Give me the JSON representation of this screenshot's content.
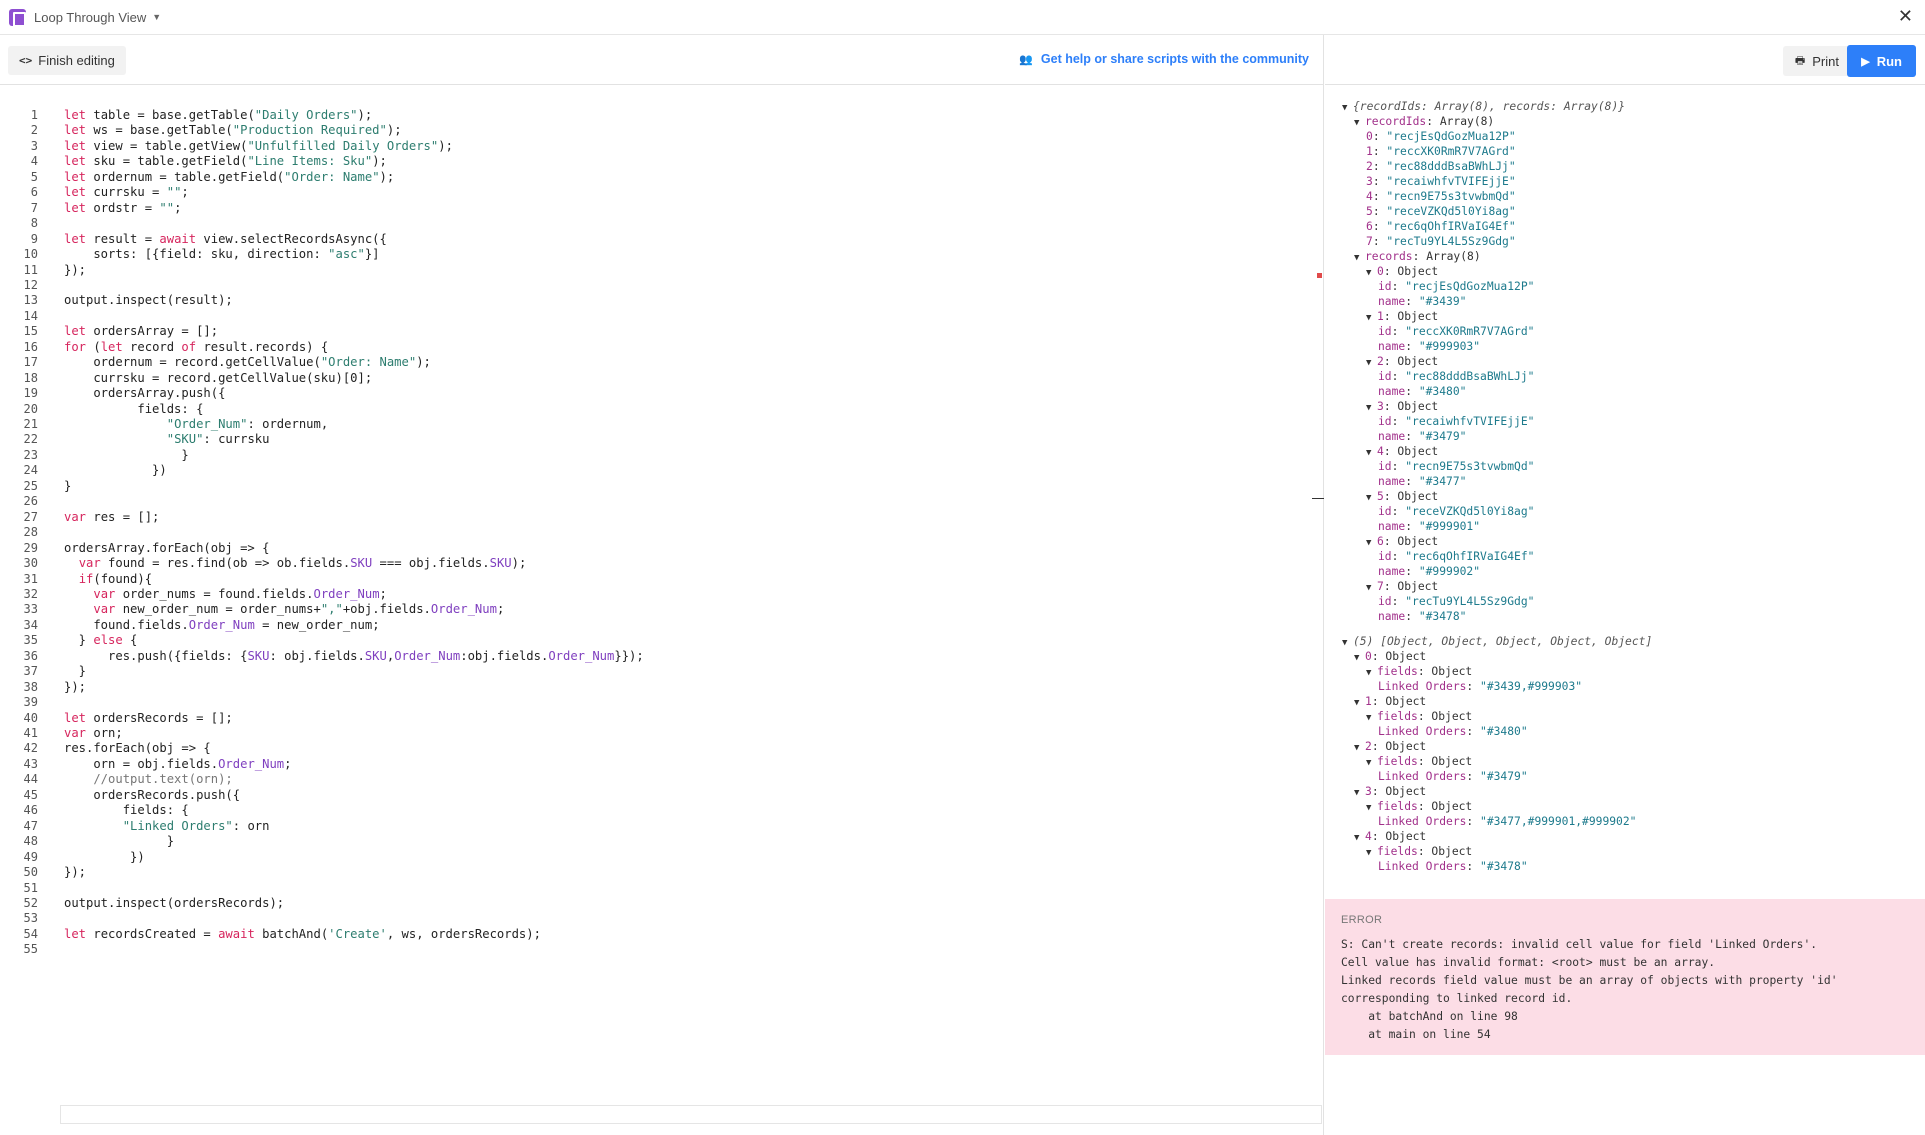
{
  "window": {
    "title": "Loop Through View"
  },
  "toolbar": {
    "finish_label": "Finish editing",
    "help_label": "Get help or share scripts with the community",
    "print_label": "Print",
    "run_label": "Run"
  },
  "code_lines": [
    "let table = base.getTable(\"Daily Orders\");",
    "let ws = base.getTable(\"Production Required\");",
    "let view = table.getView(\"Unfulfilled Daily Orders\");",
    "let sku = table.getField(\"Line Items: Sku\");",
    "let ordernum = table.getField(\"Order: Name\");",
    "let currsku = \"\";",
    "let ordstr = \"\";",
    "",
    "let result = await view.selectRecordsAsync({",
    "    sorts: [{field: sku, direction: \"asc\"}]",
    "});",
    "",
    "output.inspect(result);",
    "",
    "let ordersArray = [];",
    "for (let record of result.records) {",
    "    ordernum = record.getCellValue(\"Order: Name\");",
    "    currsku = record.getCellValue(sku)[0];",
    "    ordersArray.push({",
    "          fields: {",
    "              \"Order_Num\": ordernum,",
    "              \"SKU\": currsku",
    "                }",
    "            })",
    "}",
    "",
    "var res = [];",
    "",
    "ordersArray.forEach(obj => {",
    "  var found = res.find(ob => ob.fields.SKU === obj.fields.SKU);",
    "  if(found){",
    "    var order_nums = found.fields.Order_Num;",
    "    var new_order_num = order_nums+\",\"+obj.fields.Order_Num;",
    "    found.fields.Order_Num = new_order_num;",
    "  } else {",
    "      res.push({fields: {SKU: obj.fields.SKU,Order_Num:obj.fields.Order_Num}});",
    "  }",
    "});",
    "",
    "let ordersRecords = [];",
    "var orn;",
    "res.forEach(obj => {",
    "    orn = obj.fields.Order_Num;",
    "    //output.text(orn);",
    "    ordersRecords.push({",
    "        fields: {",
    "        \"Linked Orders\": orn",
    "              }",
    "         })",
    "});",
    "",
    "output.inspect(ordersRecords);",
    "",
    "let recordsCreated = await batchAnd('Create', ws, ordersRecords);",
    ""
  ],
  "inspect": {
    "root_summary": "{recordIds: Array(8), records: Array(8)}",
    "recordIds_label": "recordIds: Array(8)",
    "recordIds": [
      "recjEsQdGozMua12P",
      "reccXK0RmR7V7AGrd",
      "rec88dddBsaBWhLJj",
      "recaiwhfvTVIFEjjE",
      "recn9E75s3tvwbmQd",
      "receVZKQd5l0Yi8ag",
      "rec6qOhfIRVaIG4Ef",
      "recTu9YL4L5Sz9Gdg"
    ],
    "records_label": "records: Array(8)",
    "records": [
      {
        "id": "recjEsQdGozMua12P",
        "name": "#3439"
      },
      {
        "id": "reccXK0RmR7V7AGrd",
        "name": "#999903"
      },
      {
        "id": "rec88dddBsaBWhLJj",
        "name": "#3480"
      },
      {
        "id": "recaiwhfvTVIFEjjE",
        "name": "#3479"
      },
      {
        "id": "recn9E75s3tvwbmQd",
        "name": "#3477"
      },
      {
        "id": "receVZKQd5l0Yi8ag",
        "name": "#999901"
      },
      {
        "id": "rec6qOhfIRVaIG4Ef",
        "name": "#999902"
      },
      {
        "id": "recTu9YL4L5Sz9Gdg",
        "name": "#3478"
      }
    ],
    "array_summary": "(5) [Object, Object, Object, Object, Object]",
    "linked": [
      "#3439,#999903",
      "#3480",
      "#3479",
      "#3477,#999901,#999902",
      "#3478"
    ]
  },
  "error": {
    "title": "ERROR",
    "lines": [
      "S: Can't create records: invalid cell value for field 'Linked Orders'.",
      "Cell value has invalid format: <root> must be an array.",
      "Linked records field value must be an array of objects with property 'id'",
      "corresponding to linked record id.",
      "    at batchAnd on line 98",
      "    at main on line 54"
    ]
  }
}
